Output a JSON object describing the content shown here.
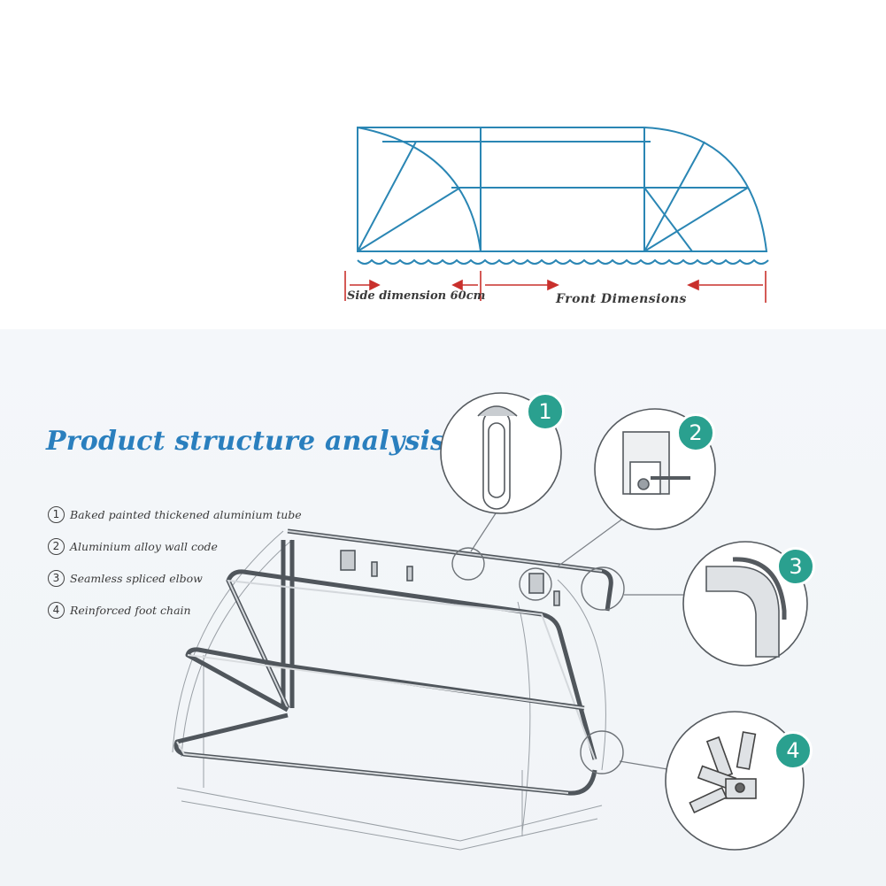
{
  "top_diagram": {
    "side_label": "Side dimension 60cm",
    "front_label": "Front Dimensions"
  },
  "structure": {
    "title": "Product structure analysis",
    "features": [
      {
        "num": "1",
        "text": "Baked painted thickened aluminium tube"
      },
      {
        "num": "2",
        "text": "Aluminium alloy wall code"
      },
      {
        "num": "3",
        "text": "Seamless spliced elbow"
      },
      {
        "num": "4",
        "text": "Reinforced foot chain"
      }
    ],
    "callouts": [
      "1",
      "2",
      "3",
      "4"
    ]
  },
  "colors": {
    "blueprint": "#2a86b4",
    "dimension_arrow": "#c9302c",
    "title": "#2a7fbe",
    "badge": "#2aa08f"
  }
}
